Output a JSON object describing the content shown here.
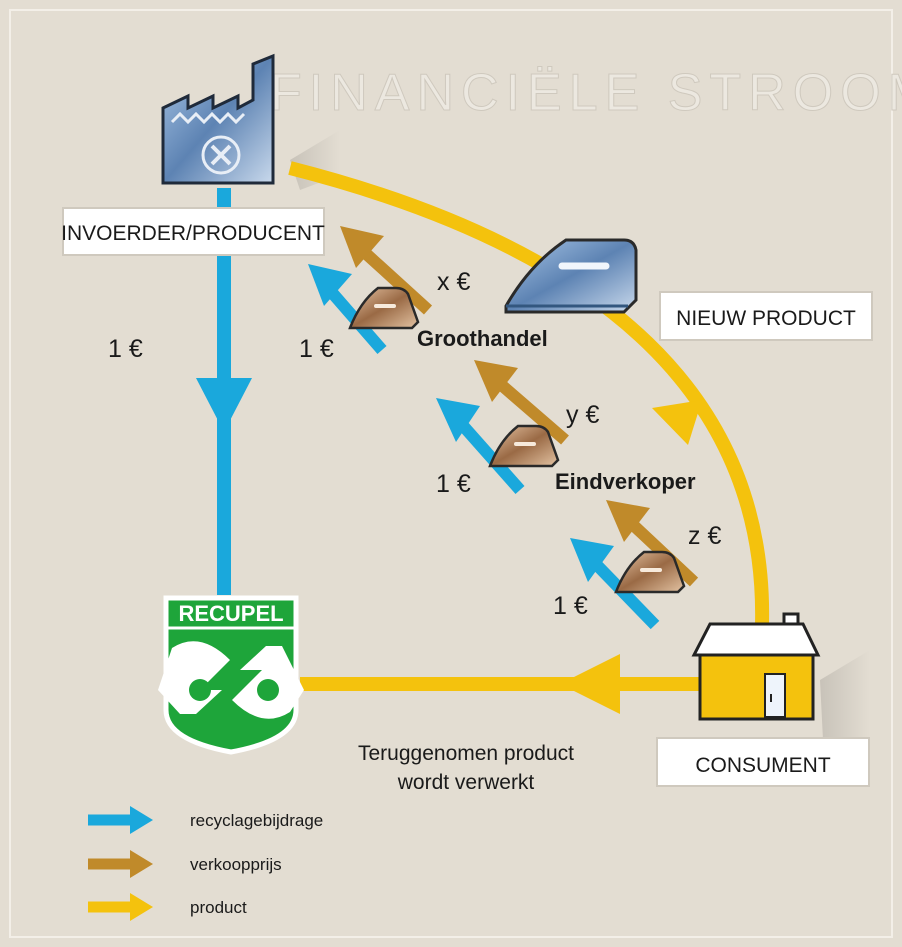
{
  "title": "FINANCIËLE STROOM",
  "nodes": {
    "producer": "INVOERDER/PRODUCENT",
    "new_product": "NIEUW PRODUCT",
    "consumer": "CONSUMENT",
    "wholesaler": "Groothandel",
    "retailer": "Eindverkoper"
  },
  "logo": {
    "text": "RECUPEL"
  },
  "amounts": {
    "producer_fee": "1 €",
    "wholesale_fee": "1 €",
    "wholesale_price": "x €",
    "retail_fee": "1 €",
    "retail_price": "y €",
    "consumer_fee": "1 €",
    "consumer_price": "z €"
  },
  "return_text": {
    "line1": "Teruggenomen product",
    "line2": "wordt verwerkt"
  },
  "legend": [
    {
      "label": "recyclagebijdrage",
      "color": "#1aa8dc",
      "icon": "blue-arrow-icon"
    },
    {
      "label": "verkoopprijs",
      "color": "#c08a2a",
      "icon": "brown-arrow-icon"
    },
    {
      "label": "product",
      "color": "#f4c20d",
      "icon": "yellow-arrow-icon"
    }
  ],
  "colors": {
    "background": "#e3ddd2",
    "recycling_fee": "#1aa8dc",
    "sale_price": "#c08a2a",
    "product": "#f4c20d",
    "recupel_green": "#1ea53a"
  }
}
